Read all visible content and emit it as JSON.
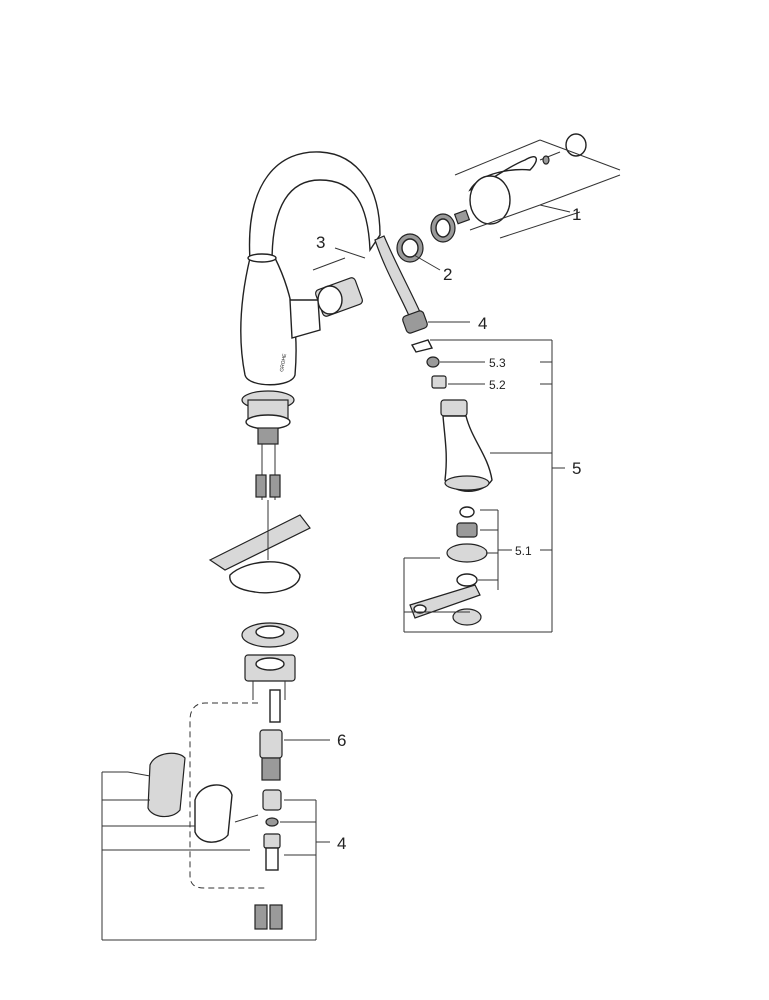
{
  "callouts": {
    "c1": "1",
    "c2": "2",
    "c3": "3",
    "c4a": "4",
    "c5_3": "5.3",
    "c5_2": "5.2",
    "c5": "5",
    "c5_1": "5.1",
    "c6": "6",
    "c4b": "4"
  },
  "logo_text": "GROHE"
}
